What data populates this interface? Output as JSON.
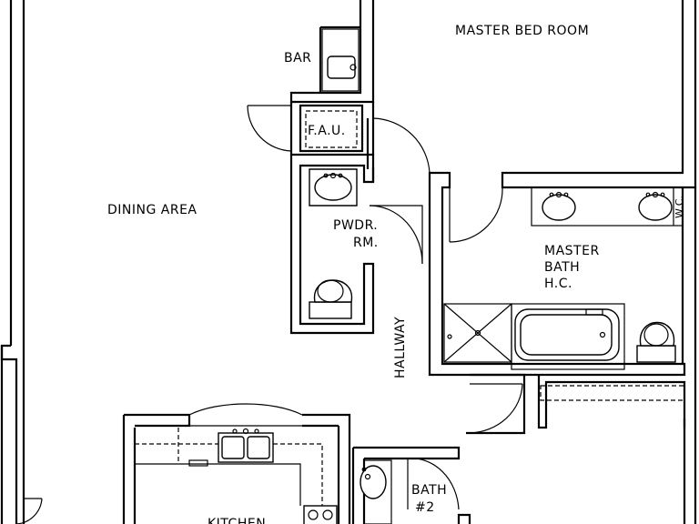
{
  "rooms": {
    "master_bedroom": "MASTER BED ROOM",
    "bar": "BAR",
    "fau": "F.A.U.",
    "dining": "DINING AREA",
    "powder_line1": "PWDR.",
    "powder_line2": "RM.",
    "master_bath_line1": "MASTER",
    "master_bath_line2": "BATH",
    "master_bath_line3": "H.C.",
    "hallway": "HALLWAY",
    "bath2_line1": "BATH",
    "bath2_line2": "#2",
    "kitchen": "KITCHEN",
    "wc": "W.C."
  }
}
